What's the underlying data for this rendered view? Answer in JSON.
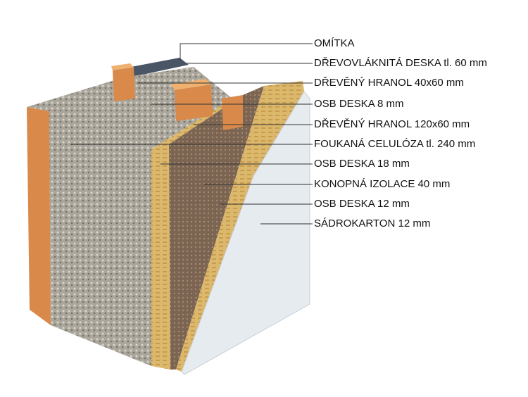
{
  "labels": [
    "OMÍTKA",
    "DŘEVOVLÁKNITÁ DESKA tl. 60 mm",
    "DŘEVĚNÝ HRANOL 40x60 mm",
    "OSB DESKA  8 mm",
    "DŘEVĚNÝ HRANOL 120x60 mm",
    "FOUKANÁ CELULÓZA tl. 240 mm",
    "OSB DESKA  18 mm",
    "KONOPNÁ IZOLACE 40 mm",
    "OSB DESKA  12 mm",
    "SÁDROKARTON 12 mm"
  ],
  "colors": {
    "cellulose": "#a9a59a",
    "wood": "#d9894a",
    "osb": "#d8b56a",
    "hemp": "#7a6350",
    "drywall": "#e6ebf0",
    "plaster": "#4a5566"
  }
}
